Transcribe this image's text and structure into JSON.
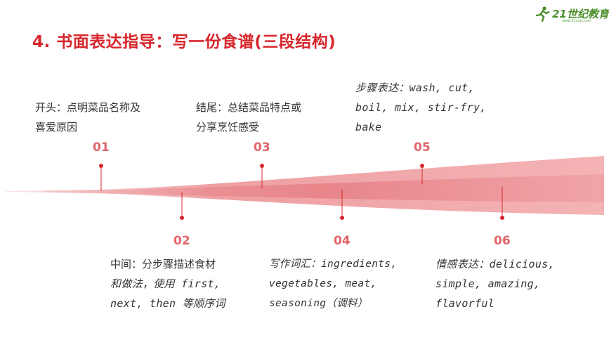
{
  "title": "4. 书面表达指导：写一份食谱(三段结构)",
  "logo": {
    "brand": "21世纪教育",
    "sub": "www.21cnjy.com"
  },
  "colors": {
    "accent": "#d7262c",
    "number": "#e0646a",
    "band": "#e8868a"
  },
  "steps": [
    {
      "num": "01",
      "lines": [
        "开头：点明菜品名称及",
        "喜爱原因"
      ]
    },
    {
      "num": "02",
      "lines": [
        "中间：分步骤描述食材",
        "和做法，使用 first,",
        "next, then 等顺序词"
      ]
    },
    {
      "num": "03",
      "lines": [
        "结尾：总结菜品特点或",
        "分享烹饪感受"
      ]
    },
    {
      "num": "04",
      "lines": [
        "写作词汇：ingredients,",
        "vegetables, meat,",
        "seasoning（调料）"
      ]
    },
    {
      "num": "05",
      "lines": [
        "步骤表达：wash, cut,",
        "boil, mix, stir-fry,",
        "bake"
      ]
    },
    {
      "num": "06",
      "lines": [
        "情感表达：delicious,",
        "simple, amazing,",
        "flavorful"
      ]
    }
  ]
}
